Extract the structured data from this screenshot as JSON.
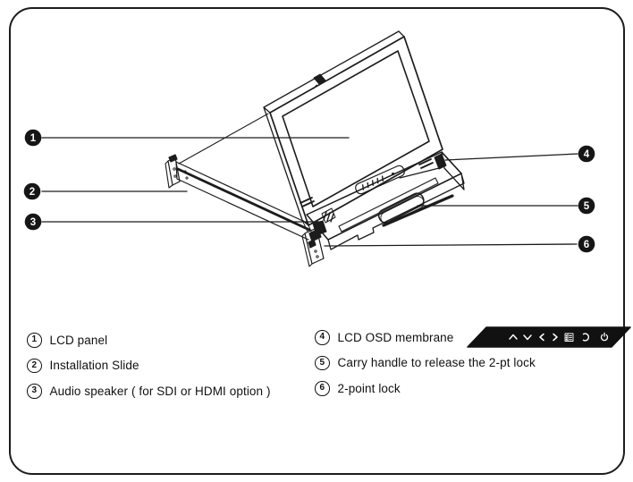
{
  "figure_type": "rackmount LCD console drawer parts diagram",
  "colors": {
    "line": "#1c1c1c",
    "background": "#ffffff",
    "badge_background": "#111111",
    "badge_foreground": "#ffffff"
  },
  "legend": {
    "items": [
      {
        "number": "1",
        "label": "LCD panel"
      },
      {
        "number": "2",
        "label": "Installation Slide"
      },
      {
        "number": "3",
        "label": "Audio speaker ( for SDI or HDMI option )"
      },
      {
        "number": "4",
        "label": "LCD OSD membrane"
      },
      {
        "number": "5",
        "label": "Carry handle to release the 2-pt lock"
      },
      {
        "number": "6",
        "label": "2-point lock"
      }
    ]
  },
  "osd_badge": {
    "icons": [
      {
        "name": "chevron-up-icon",
        "glyph": "∧"
      },
      {
        "name": "chevron-down-icon",
        "glyph": "∨"
      },
      {
        "name": "chevron-left-icon",
        "glyph": "<"
      },
      {
        "name": "chevron-right-icon",
        "glyph": ">"
      },
      {
        "name": "menu-icon",
        "glyph": "≣"
      },
      {
        "name": "return-icon",
        "glyph": "⊃"
      },
      {
        "name": "power-icon",
        "glyph": "⏻"
      }
    ]
  }
}
